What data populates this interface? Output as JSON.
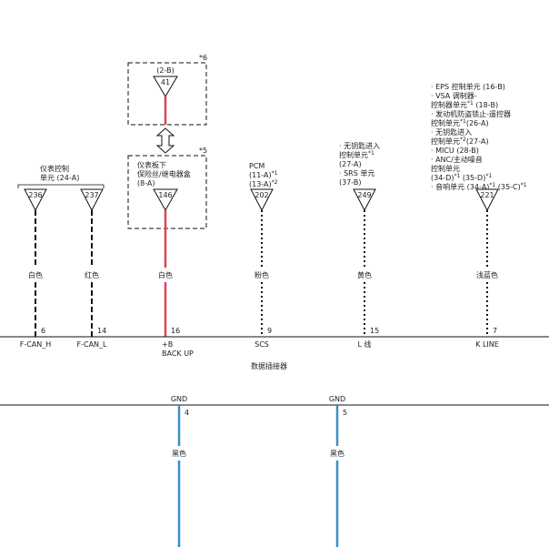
{
  "colors": {
    "red_wire": "#d94650",
    "blue_wire": "#3a8fc6",
    "black": "#111111",
    "white_bg": "#ffffff"
  },
  "fuse_box": {
    "ref_note": "*6",
    "connector_label": "(2-B)",
    "terminal": "41"
  },
  "fuse_box_lower": {
    "ref_note": "*5",
    "label_lines": [
      "仪表板下",
      "保险丝/继电器盒",
      "(8-A)"
    ],
    "terminal": "146"
  },
  "swap_arrow_icon": "double-arrow-icon",
  "modules": {
    "gauge": {
      "label_lines": [
        "仪表控制",
        "单元 (24-A)"
      ],
      "terminals": [
        "236",
        "237"
      ]
    },
    "pcm": {
      "label_lines": [
        "PCM",
        "(11-A)",
        "(13-A)"
      ],
      "sups": [
        "*1",
        "*2"
      ],
      "terminal": "202"
    },
    "keyless": {
      "label_lines": [
        "· 无钥匙进入",
        "控制单元",
        "(27-A)",
        "· SRS 单元",
        "(37-B)"
      ],
      "sup": "*1",
      "terminal": "249"
    },
    "multi": {
      "label_lines": [
        "· EPS 控制单元 (16-B)",
        "· VSA 调制器-",
        "控制器单元",
        " (18-B)",
        "· 发动机防盗锁止-遥控器",
        "控制单元",
        "(26-A)",
        "· 无钥匙进入",
        "控制单元",
        "(27-A)",
        "· MICU (28-B)",
        "· ANC/主动噪音",
        "控制单元",
        "(34-D)",
        " (35-D)",
        "· 音响单元 (34-A)",
        " (35-C)"
      ],
      "sups": [
        "*1",
        "*2"
      ],
      "terminal": "221"
    }
  },
  "wire_colors": [
    "白色",
    "红色",
    "白色",
    "粉色",
    "黄色",
    "浅蓝色"
  ],
  "connector": {
    "title": "数据插接器",
    "pins": [
      {
        "pin": "6",
        "name": "F-CAN_H"
      },
      {
        "pin": "14",
        "name": "F-CAN_L"
      },
      {
        "pin": "16",
        "name": "+B",
        "name2": "BACK UP"
      },
      {
        "pin": "9",
        "name": "SCS"
      },
      {
        "pin": "15",
        "name": "L 线"
      },
      {
        "pin": "7",
        "name": "K LINE"
      }
    ]
  },
  "ground": {
    "pins": [
      {
        "label": "GND",
        "pin": "4",
        "wire_color": "黑色"
      },
      {
        "label": "GND",
        "pin": "5",
        "wire_color": "黑色"
      }
    ]
  }
}
